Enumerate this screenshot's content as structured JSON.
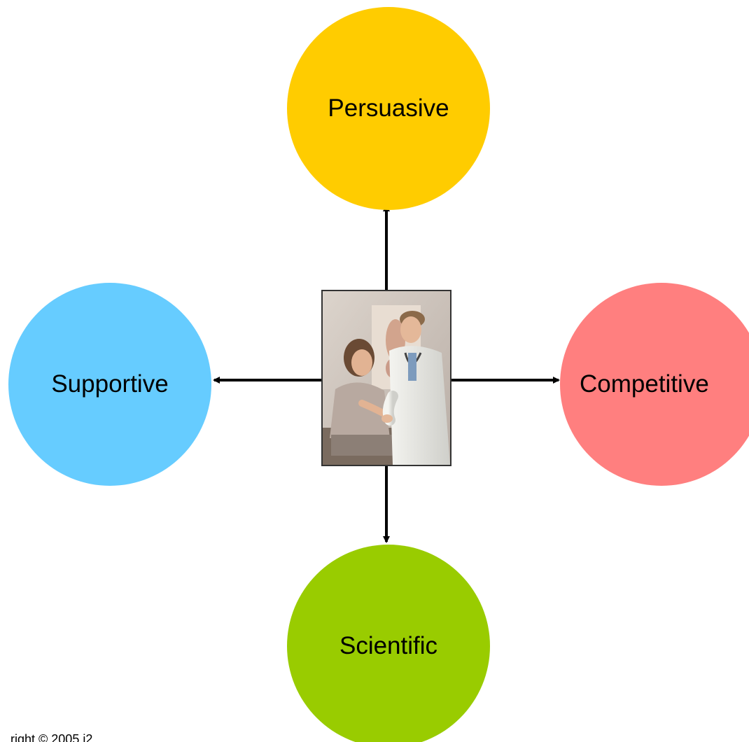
{
  "nodes": {
    "top": {
      "label": "Persuasive",
      "color": "#FFCC00"
    },
    "left": {
      "label": "Supportive",
      "color": "#66CCFF"
    },
    "right": {
      "label": "Competitive",
      "color": "#FF7F7F"
    },
    "bottom": {
      "label": "Scientific",
      "color": "#99CC00"
    }
  },
  "center_image": {
    "subject": "doctor-patient-consultation-photo"
  },
  "footer": {
    "copyright": "...right © 2005 i2..."
  }
}
